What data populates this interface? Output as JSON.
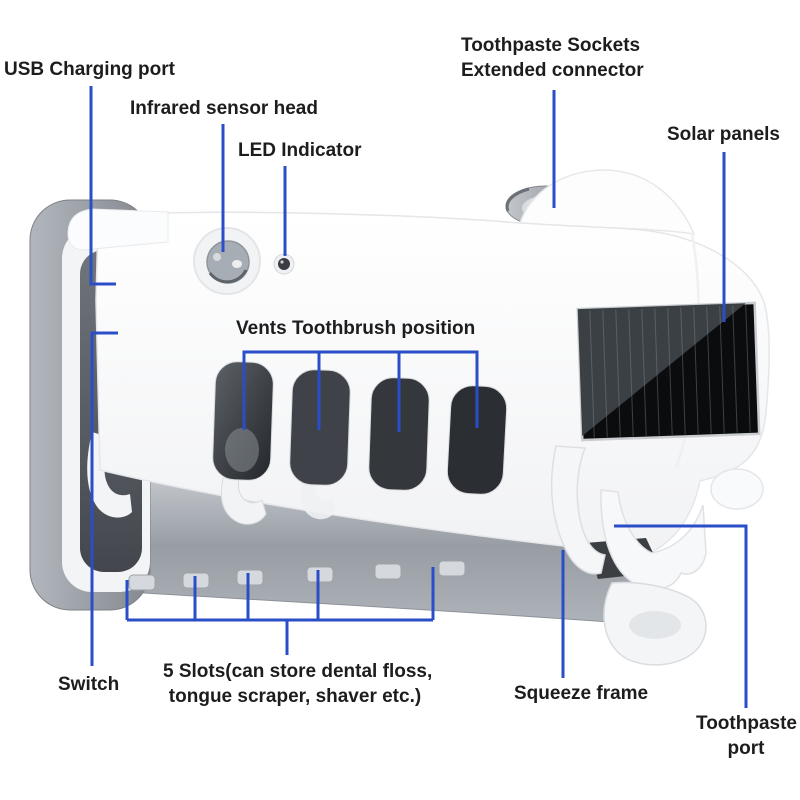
{
  "style": {
    "background_color": "#ffffff",
    "callout_color": "#2a4ec8",
    "text_color": "#1d1d1f",
    "device_white": "#f7f8f9",
    "device_gray": "#9aa0a6",
    "solar_panel_black": "#0b0c0e"
  },
  "labels": {
    "usb_charging_port": "USB Charging port",
    "infrared_sensor_head": "Infrared sensor head",
    "led_indicator": "LED Indicator",
    "toothpaste_sockets": {
      "line1": "Toothpaste Sockets",
      "line2": "Extended connector"
    },
    "solar_panels": "Solar panels",
    "vents_toothbrush_position": "Vents Toothbrush position",
    "switch": "Switch",
    "slots": {
      "line1": "5 Slots(can store dental floss,",
      "line2": "tongue scraper, shaver etc.)"
    },
    "squeeze_frame": "Squeeze frame",
    "toothpaste_port": {
      "line1": "Toothpaste",
      "line2": "port"
    }
  }
}
